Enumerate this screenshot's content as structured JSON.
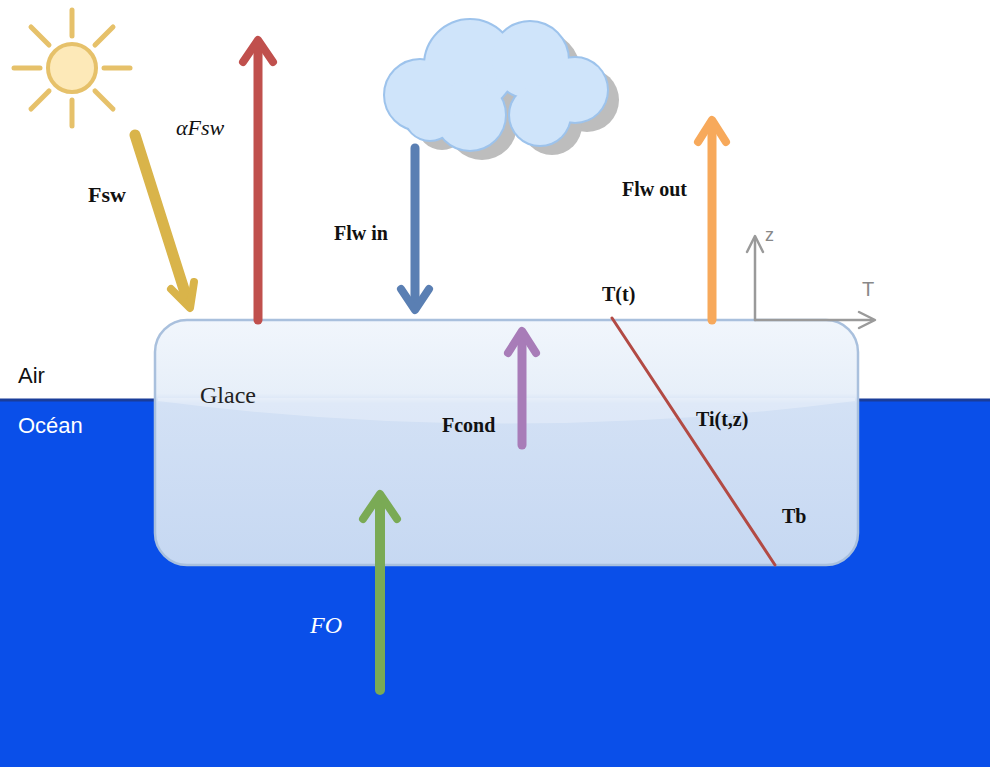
{
  "diagram": {
    "nodes": [
      {
        "text": [
          "Glace"
        ]
      },
      {
        "text": [
          "Océan"
        ]
      }
    ],
    "labels": [
      "Fsw",
      "αFsw",
      "Flw in",
      "Flw out",
      "Fcond",
      "FO",
      "T(t)",
      "Ti(t,z)",
      "Tb",
      "z",
      "T",
      "Air"
    ]
  }
}
